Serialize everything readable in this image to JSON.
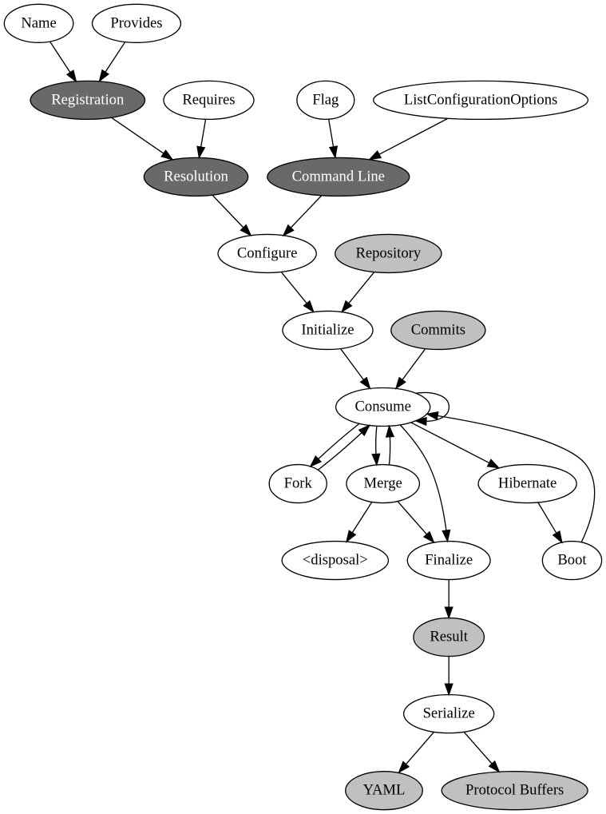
{
  "diagram": {
    "type": "directed-graph",
    "background": "#ffffff",
    "stroke_color": "#000000",
    "node_fill_default": "#ffffff",
    "node_fill_dark": "#696969",
    "node_fill_light": "#c0c0c0",
    "nodes": [
      {
        "id": "name",
        "label": "Name",
        "fill": "#ffffff",
        "text_color": "#000000"
      },
      {
        "id": "registration",
        "label": "Registration",
        "fill": "#696969",
        "text_color": "#ffffff"
      },
      {
        "id": "provides",
        "label": "Provides",
        "fill": "#ffffff",
        "text_color": "#000000"
      },
      {
        "id": "resolution",
        "label": "Resolution",
        "fill": "#696969",
        "text_color": "#ffffff"
      },
      {
        "id": "requires",
        "label": "Requires",
        "fill": "#ffffff",
        "text_color": "#000000"
      },
      {
        "id": "flag",
        "label": "Flag",
        "fill": "#ffffff",
        "text_color": "#000000"
      },
      {
        "id": "command-line",
        "label": "Command Line",
        "fill": "#696969",
        "text_color": "#ffffff"
      },
      {
        "id": "listconfigurationoptions",
        "label": "ListConfigurationOptions",
        "fill": "#ffffff",
        "text_color": "#000000"
      },
      {
        "id": "configure",
        "label": "Configure",
        "fill": "#ffffff",
        "text_color": "#000000"
      },
      {
        "id": "initialize",
        "label": "Initialize",
        "fill": "#ffffff",
        "text_color": "#000000"
      },
      {
        "id": "repository",
        "label": "Repository",
        "fill": "#c0c0c0",
        "text_color": "#000000"
      },
      {
        "id": "consume",
        "label": "Consume",
        "fill": "#ffffff",
        "text_color": "#000000"
      },
      {
        "id": "commits",
        "label": "Commits",
        "fill": "#c0c0c0",
        "text_color": "#000000"
      },
      {
        "id": "fork",
        "label": "Fork",
        "fill": "#ffffff",
        "text_color": "#000000"
      },
      {
        "id": "merge",
        "label": "Merge",
        "fill": "#ffffff",
        "text_color": "#000000"
      },
      {
        "id": "hibernate",
        "label": "Hibernate",
        "fill": "#ffffff",
        "text_color": "#000000"
      },
      {
        "id": "finalize",
        "label": "Finalize",
        "fill": "#ffffff",
        "text_color": "#000000"
      },
      {
        "id": "disposal",
        "label": "<disposal>",
        "fill": "#ffffff",
        "text_color": "#000000"
      },
      {
        "id": "boot",
        "label": "Boot",
        "fill": "#ffffff",
        "text_color": "#000000"
      },
      {
        "id": "result",
        "label": "Result",
        "fill": "#c0c0c0",
        "text_color": "#000000"
      },
      {
        "id": "serialize",
        "label": "Serialize",
        "fill": "#ffffff",
        "text_color": "#000000"
      },
      {
        "id": "yaml",
        "label": "YAML",
        "fill": "#c0c0c0",
        "text_color": "#000000"
      },
      {
        "id": "protocol-buffers",
        "label": "Protocol Buffers",
        "fill": "#c0c0c0",
        "text_color": "#000000"
      }
    ],
    "edges": [
      {
        "from": "Name",
        "to": "Registration"
      },
      {
        "from": "Provides",
        "to": "Registration"
      },
      {
        "from": "Registration",
        "to": "Resolution"
      },
      {
        "from": "Requires",
        "to": "Resolution"
      },
      {
        "from": "Flag",
        "to": "Command Line"
      },
      {
        "from": "ListConfigurationOptions",
        "to": "Command Line"
      },
      {
        "from": "Resolution",
        "to": "Configure"
      },
      {
        "from": "Command Line",
        "to": "Configure"
      },
      {
        "from": "Configure",
        "to": "Initialize"
      },
      {
        "from": "Repository",
        "to": "Initialize"
      },
      {
        "from": "Initialize",
        "to": "Consume"
      },
      {
        "from": "Commits",
        "to": "Consume"
      },
      {
        "from": "Consume",
        "to": "Consume"
      },
      {
        "from": "Consume",
        "to": "Fork"
      },
      {
        "from": "Consume",
        "to": "Merge"
      },
      {
        "from": "Consume",
        "to": "Hibernate"
      },
      {
        "from": "Consume",
        "to": "Finalize"
      },
      {
        "from": "Fork",
        "to": "Consume"
      },
      {
        "from": "Merge",
        "to": "Consume"
      },
      {
        "from": "Merge",
        "to": "<disposal>"
      },
      {
        "from": "Merge",
        "to": "Finalize"
      },
      {
        "from": "Hibernate",
        "to": "Boot"
      },
      {
        "from": "Finalize",
        "to": "Result"
      },
      {
        "from": "Boot",
        "to": "Consume"
      },
      {
        "from": "Result",
        "to": "Serialize"
      },
      {
        "from": "Serialize",
        "to": "YAML"
      },
      {
        "from": "Serialize",
        "to": "Protocol Buffers"
      }
    ]
  }
}
